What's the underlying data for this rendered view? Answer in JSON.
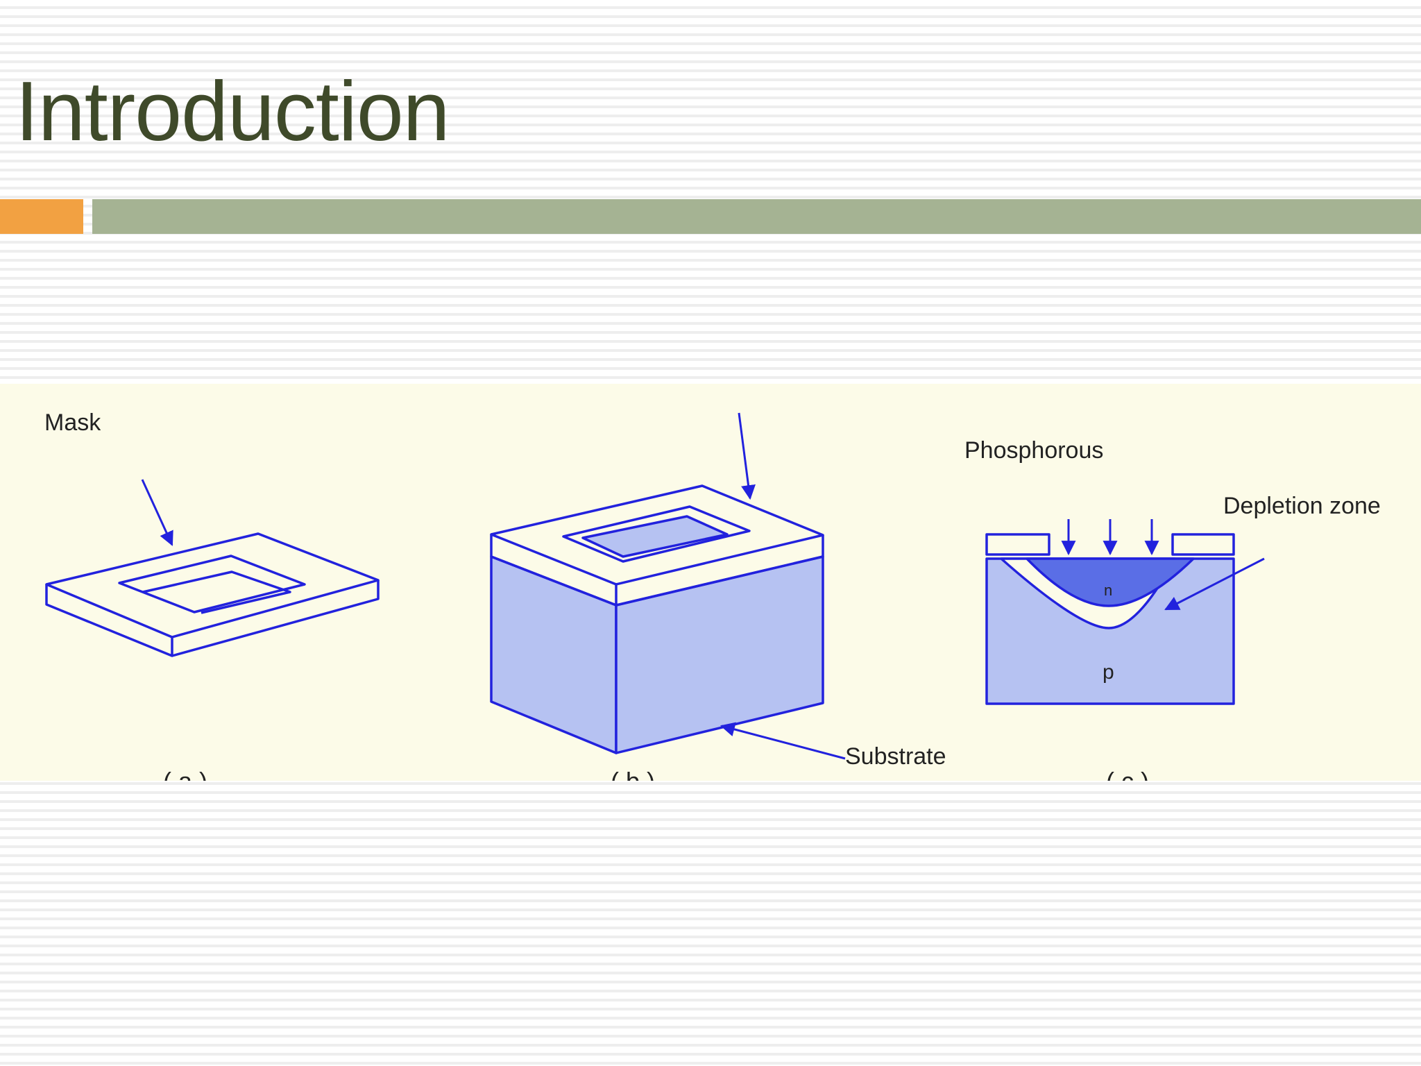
{
  "slide": {
    "title": "Introduction"
  },
  "figure": {
    "labels": {
      "mask": "Mask",
      "phosphorous": "Phosphorous",
      "depletion_zone": "Depletion zone",
      "substrate": "Substrate",
      "n_region": "n",
      "p_region": "p"
    },
    "captions": {
      "a": "( a )",
      "b": "( b )",
      "c": "( c )"
    }
  },
  "colors": {
    "title_text": "#3f4a2a",
    "accent_orange": "#f2a142",
    "accent_green": "#a5b393",
    "figure_background": "#fcfbe8",
    "diagram_line": "#2222dd",
    "substrate_fill": "#b6c2f2",
    "n_region_fill": "#5a6ee6"
  }
}
